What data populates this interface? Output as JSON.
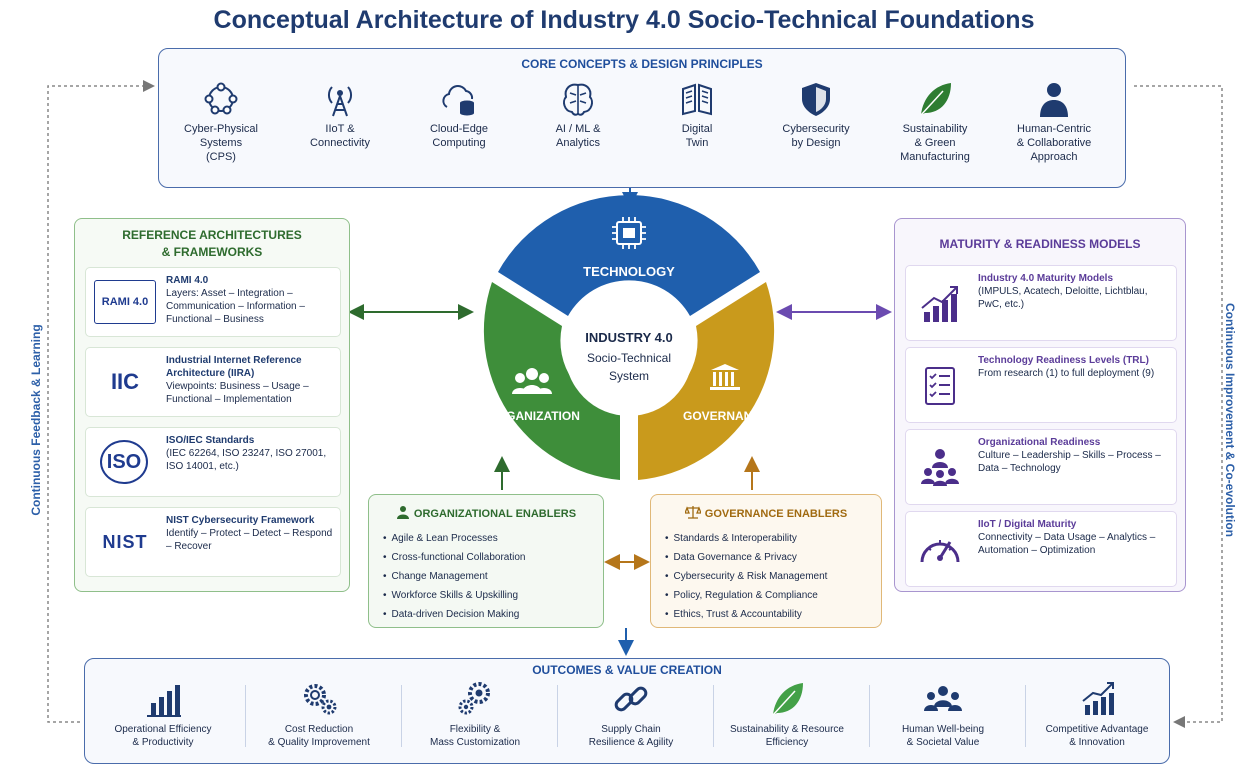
{
  "title": "Conceptual Architecture of Industry 4.0 Socio-Technical Foundations",
  "side_labels": {
    "left": "Continuous Feedback & Learning",
    "right": "Continuous Improvement & Co-evolution"
  },
  "core": {
    "title": "CORE CONCEPTS & DESIGN PRINCIPLES",
    "items": [
      {
        "label": "Cyber-Physical\nSystems\n(CPS)",
        "icon": "network-nodes-icon"
      },
      {
        "label": "IIoT &\nConnectivity",
        "icon": "antenna-icon"
      },
      {
        "label": "Cloud-Edge\nComputing",
        "icon": "cloud-database-icon"
      },
      {
        "label": "AI / ML &\nAnalytics",
        "icon": "brain-icon"
      },
      {
        "label": "Digital\nTwin",
        "icon": "cube-icon"
      },
      {
        "label": "Cybersecurity\nby Design",
        "icon": "shield-icon"
      },
      {
        "label": "Sustainability\n& Green\nManufacturing",
        "icon": "leaf-icon"
      },
      {
        "label": "Human-Centric\n& Collaborative\nApproach",
        "icon": "person-icon"
      }
    ]
  },
  "reference": {
    "title_line1": "REFERENCE ARCHITECTURES",
    "title_line2": "& FRAMEWORKS",
    "items": [
      {
        "logo": "RAMI 4.0",
        "heading": "RAMI 4.0",
        "body": "Layers: Asset – Integration – Communication – Information – Functional – Business"
      },
      {
        "logo": "IIC",
        "heading": "Industrial Internet Reference Architecture (IIRA)",
        "body": "Viewpoints: Business – Usage – Functional – Implementation"
      },
      {
        "logo": "ISO",
        "heading": "ISO/IEC Standards",
        "body": "(IEC 62264, ISO 23247, ISO 27001, ISO 14001, etc.)"
      },
      {
        "logo": "NIST",
        "heading": "NIST Cybersecurity Framework",
        "body": "Identify – Protect – Detect – Respond – Recover"
      }
    ]
  },
  "maturity": {
    "title": "MATURITY & READINESS MODELS",
    "items": [
      {
        "heading": "Industry 4.0 Maturity Models",
        "body": "(IMPULS, Acatech, Deloitte, Lichtblau, PwC, etc.)",
        "icon": "growth-chart-icon"
      },
      {
        "heading": "Technology Readiness Levels (TRL)",
        "body": "From research (1) to full deployment (9)",
        "icon": "checklist-icon"
      },
      {
        "heading": "Organizational Readiness",
        "body": "Culture – Leadership – Skills – Process – Data – Technology",
        "icon": "team-icon"
      },
      {
        "heading": "IIoT / Digital Maturity",
        "body": "Connectivity – Data Usage – Analytics – Automation – Optimization",
        "icon": "gauge-icon"
      }
    ]
  },
  "wheel": {
    "center_line1": "INDUSTRY 4.0",
    "center_line2": "Socio-Technical",
    "center_line3": "System",
    "technology": "TECHNOLOGY",
    "organization": "ORGANIZATION",
    "governance": "GOVERNANCE",
    "colors": {
      "technology": "#1f5fad",
      "organization": "#3e8e3a",
      "governance": "#c99a1c"
    }
  },
  "org_enablers": {
    "title": "ORGANIZATIONAL ENABLERS",
    "items": [
      "Agile & Lean Processes",
      "Cross-functional Collaboration",
      "Change Management",
      "Workforce Skills & Upskilling",
      "Data-driven Decision Making"
    ]
  },
  "gov_enablers": {
    "title": "GOVERNANCE ENABLERS",
    "items": [
      "Standards & Interoperability",
      "Data Governance & Privacy",
      "Cybersecurity & Risk Management",
      "Policy, Regulation & Compliance",
      "Ethics, Trust & Accountability"
    ]
  },
  "outcomes": {
    "title": "OUTCOMES & VALUE CREATION",
    "items": [
      {
        "label": "Operational Efficiency\n& Productivity",
        "icon": "bar-chart-icon"
      },
      {
        "label": "Cost Reduction\n& Quality Improvement",
        "icon": "gears-icon"
      },
      {
        "label": "Flexibility &\nMass Customization",
        "icon": "cogs-icon"
      },
      {
        "label": "Supply Chain\nResilience & Agility",
        "icon": "chain-link-icon"
      },
      {
        "label": "Sustainability & Resource\nEfficiency",
        "icon": "leaf-icon"
      },
      {
        "label": "Human Well-being\n& Societal Value",
        "icon": "people-icon"
      },
      {
        "label": "Competitive Advantage\n& Innovation",
        "icon": "trend-chart-icon"
      }
    ]
  }
}
